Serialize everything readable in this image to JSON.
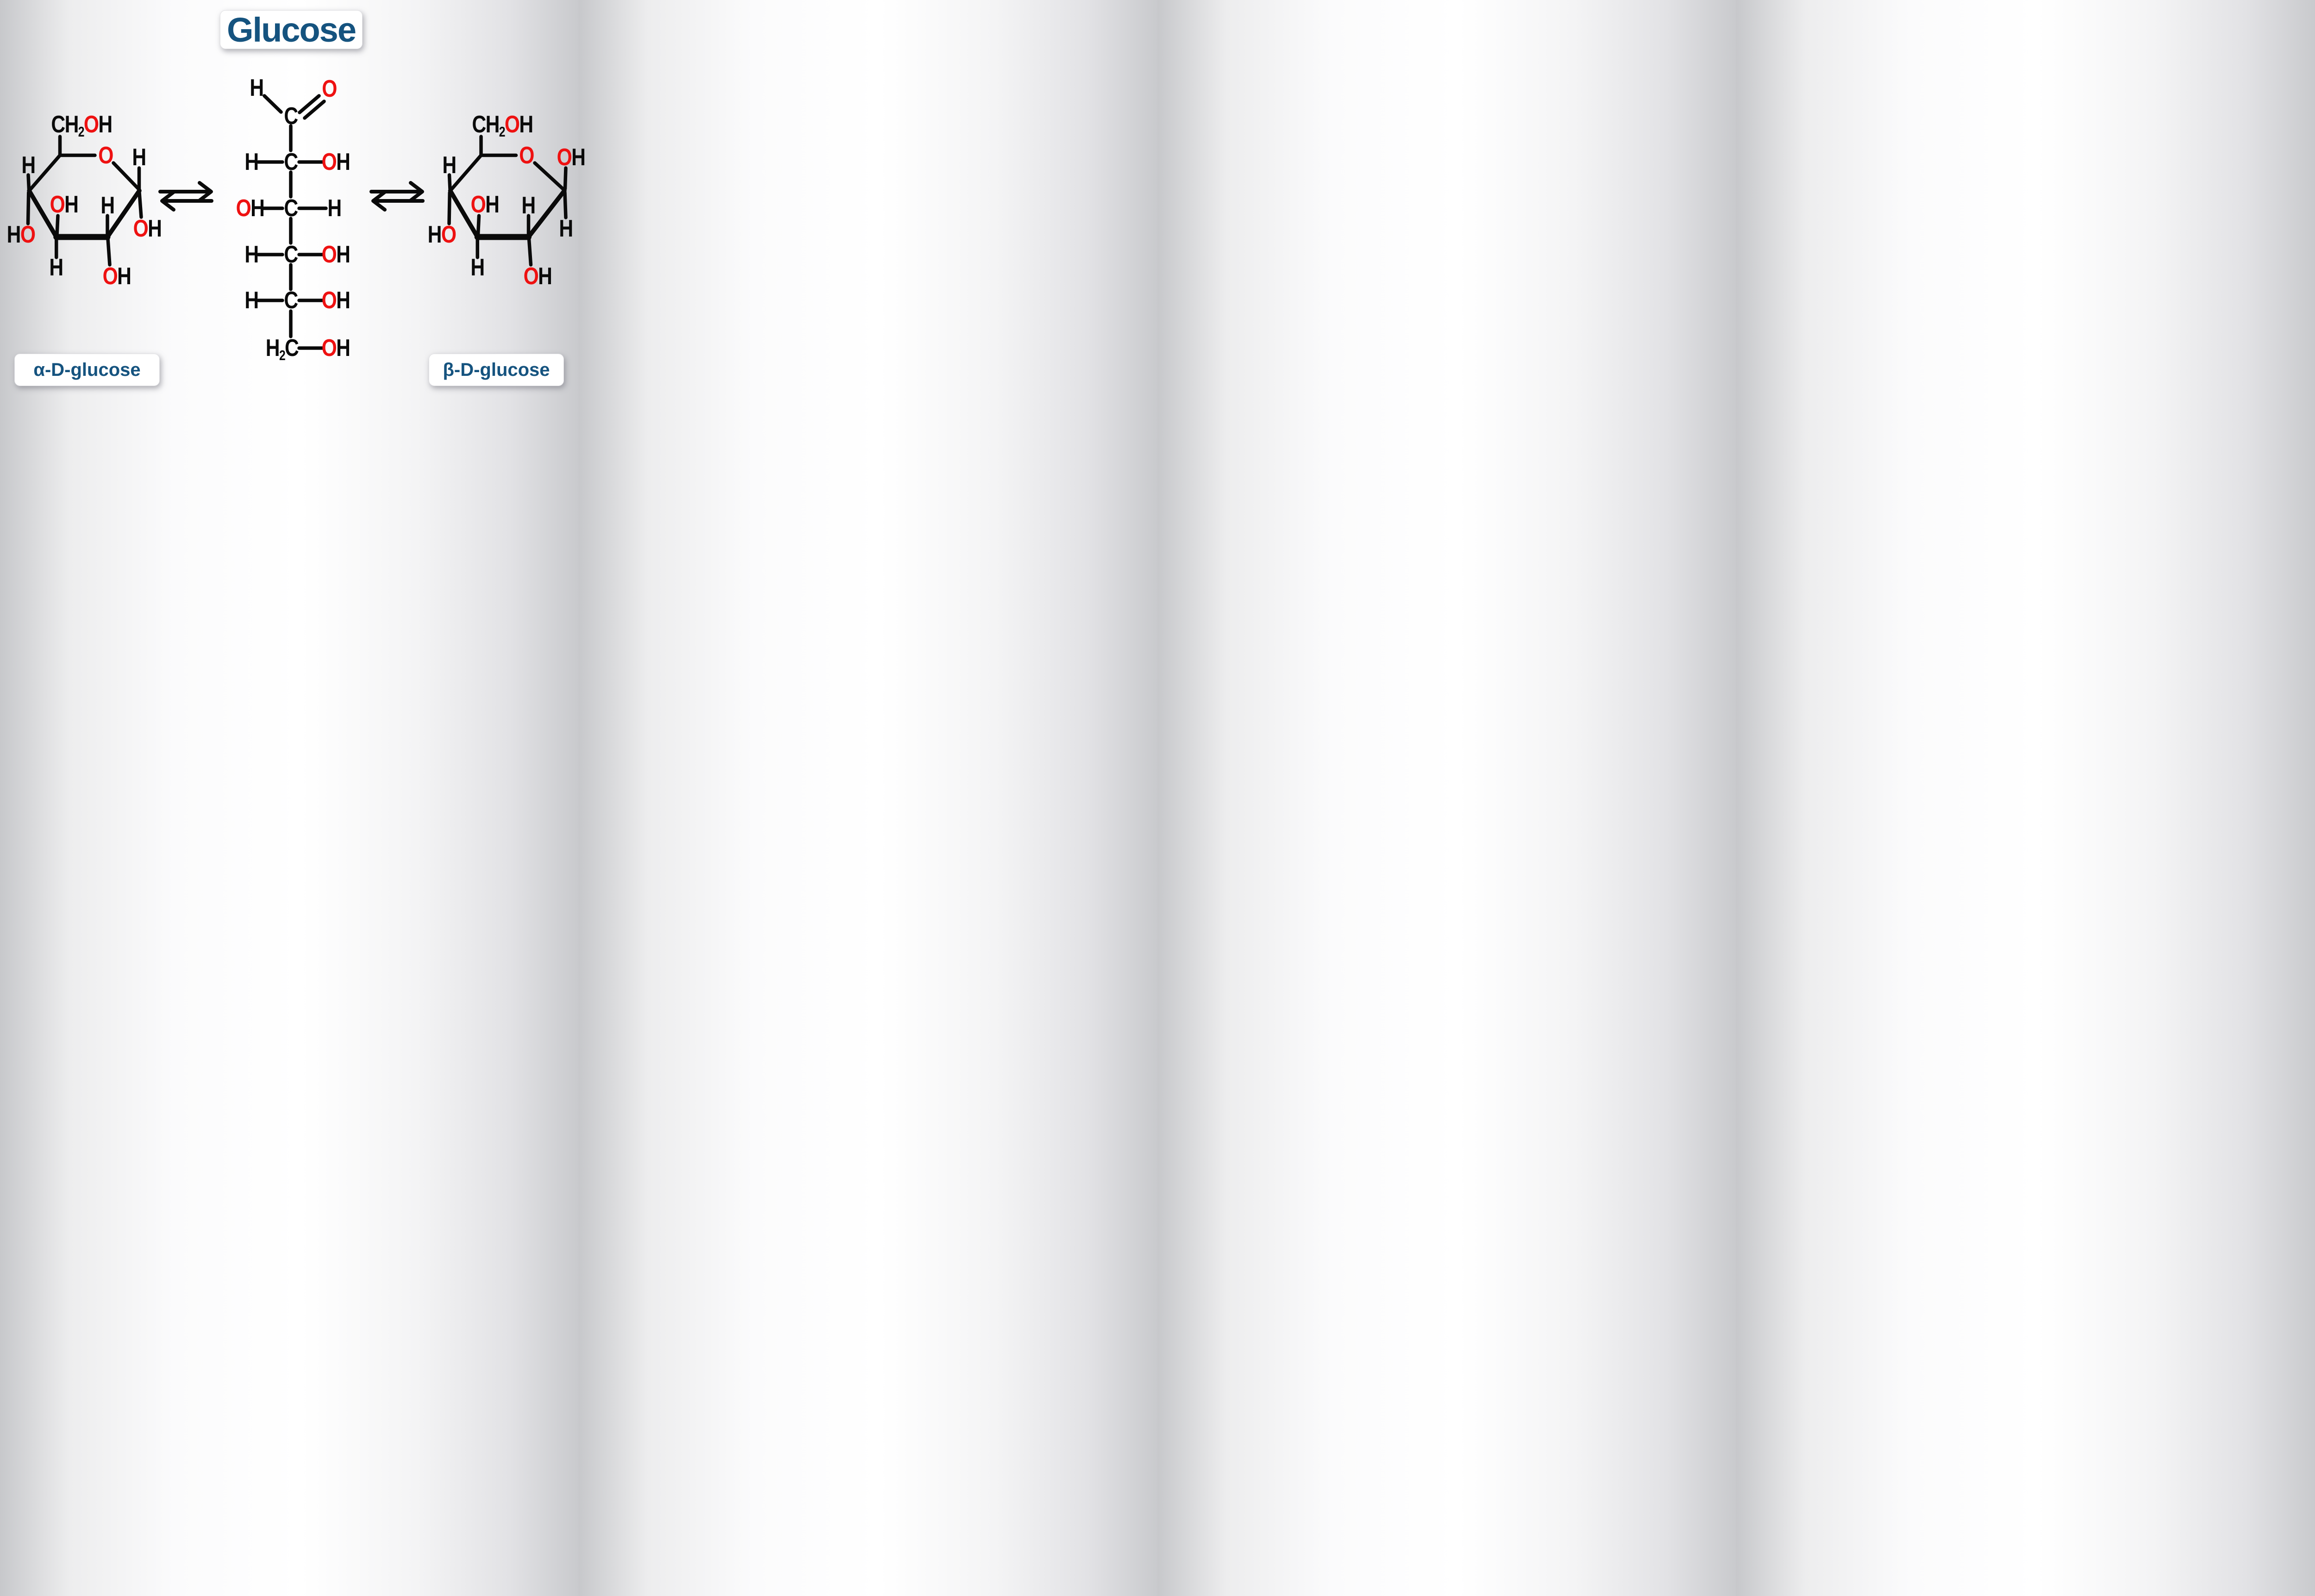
{
  "title": "Glucose",
  "molecule_labels": {
    "alpha": "α-D-glucose",
    "beta": "β-D-glucose"
  },
  "symbols": {
    "C": "C",
    "H": "H",
    "O": "O",
    "sub2": "2"
  },
  "colors": {
    "heteroatom_red": "#ee1111",
    "bond_black": "#0a0a0a",
    "label_blue": "#15537f",
    "panel_white": "#ffffff"
  }
}
